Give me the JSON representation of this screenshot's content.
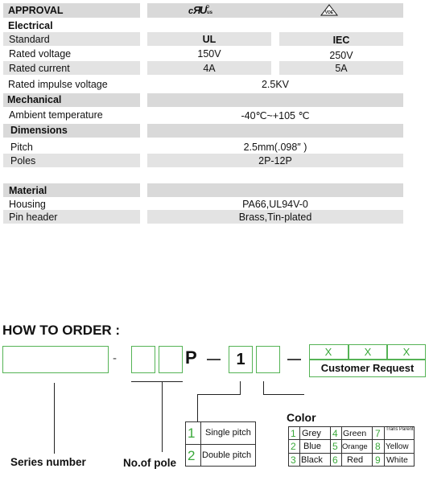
{
  "spec": {
    "approval": "APPROVAL",
    "approval_mark_1": "UL recognized mark",
    "approval_mark_2": "VDE",
    "electrical": "Electrical",
    "standard": "Standard",
    "ul": "UL",
    "iec": "IEC",
    "rated_voltage": "Rated voltage",
    "rated_voltage_ul": "150V",
    "rated_voltage_iec": "250V",
    "rated_current": "Rated current",
    "rated_current_ul": "4A",
    "rated_current_iec": "5A",
    "rated_impulse_voltage": "Rated impulse voltage",
    "rated_impulse_voltage_val": "2.5KV",
    "mechanical": "Mechanical",
    "ambient_temperature": "Ambient temperature",
    "ambient_temperature_val": "-40℃~+105 ℃",
    "dimensions": "Dimensions",
    "pitch": "Pitch",
    "pitch_val": "2.5mm(.098″ )",
    "poles": "Poles",
    "poles_val": "2P-12P",
    "material": "Material",
    "housing": "Housing",
    "housing_val": "PA66,UL94V-0",
    "pin_header": "Pin header",
    "pin_header_val": "Brass,Tin-plated"
  },
  "order": {
    "title": "HOW TO ORDER :",
    "dash": "-",
    "p_letter": "P",
    "pitch_code": "1",
    "x1": "X",
    "x2": "X",
    "x3": "X",
    "customer_request": "Customer Request",
    "color_title": "Color",
    "pitch_opt1_num": "1",
    "pitch_opt1_label": "Single pitch",
    "pitch_opt2_num": "2",
    "pitch_opt2_label": "Double pitch",
    "series_number": "Series number",
    "no_of_pole": "No.of pole",
    "colors": [
      {
        "num": "1",
        "name": "Grey"
      },
      {
        "num": "2",
        "name": "Blue"
      },
      {
        "num": "3",
        "name": "Black"
      },
      {
        "num": "4",
        "name": "Green"
      },
      {
        "num": "5",
        "name": "Orange"
      },
      {
        "num": "6",
        "name": "Red"
      },
      {
        "num": "7",
        "name": "Trans Parent"
      },
      {
        "num": "8",
        "name": "Yellow"
      },
      {
        "num": "9",
        "name": "White"
      }
    ]
  },
  "colors": {
    "band": "#d9d9d9",
    "accent_green": "#3aa83a"
  }
}
